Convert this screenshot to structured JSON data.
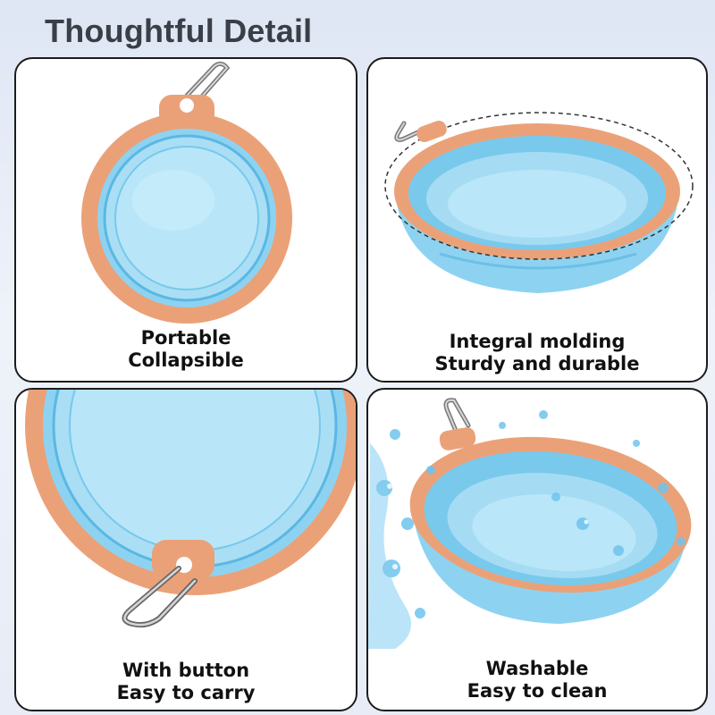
{
  "header": {
    "title": "Thoughtful Detail"
  },
  "colors": {
    "rim": "#eba178",
    "bowl_light": "#b8e6f8",
    "bowl_mid": "#8dd3f1",
    "bowl_dark": "#5bb7e2",
    "water": "#6fc4ee",
    "border": "#1c1c1c"
  },
  "panels": [
    {
      "icon": "collapsed-bowl-top-view",
      "caption_line1": "Portable",
      "caption_line2": "Collapsible"
    },
    {
      "icon": "expanded-bowl-side-view",
      "caption_line1": "Integral molding",
      "caption_line2": "Sturdy and durable"
    },
    {
      "icon": "carabiner-clip-closeup",
      "caption_line1": "With button",
      "caption_line2": "Easy to carry"
    },
    {
      "icon": "bowl-water-splash",
      "caption_line1": "Washable",
      "caption_line2": "Easy to clean"
    }
  ]
}
